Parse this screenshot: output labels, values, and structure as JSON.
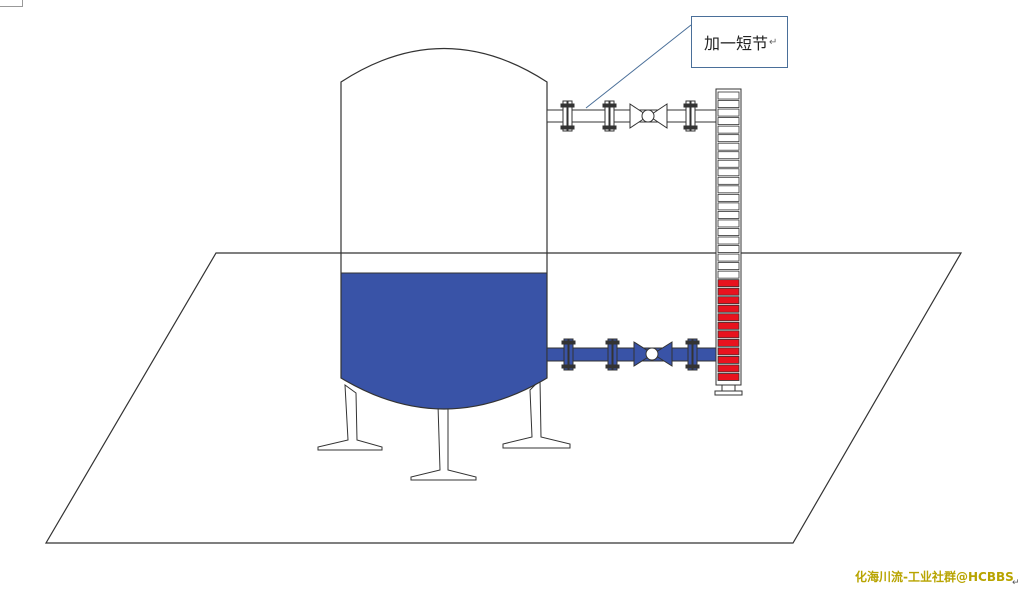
{
  "callout": {
    "text": "加一短节",
    "paragraph_mark": "↵"
  },
  "watermark": "化海川流-工业社群@HCBBS",
  "colors": {
    "liquid": "#3953a7",
    "gauge_red": "#e8131f",
    "outline": "#333333",
    "callout_border": "#4a6f99",
    "watermark": "#b8a400"
  },
  "level_gauge": {
    "total_flaps": 34,
    "red_flaps": 12
  }
}
